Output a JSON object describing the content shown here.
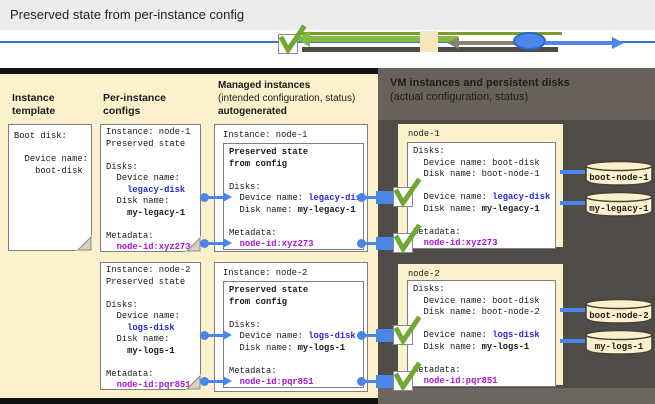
{
  "title_bar": {
    "title": "Preserved state from per-instance config"
  },
  "colors": {
    "panel_cream": "#fcf1cd",
    "panel_dark": "#4f4b47",
    "panel_dark_header": "#67615a",
    "value_blue": "#2929d4",
    "value_magenta": "#a816d6",
    "connector_blue": "#4a86e8",
    "check_green": "#6fa832",
    "legend_square": "#f6e6bc",
    "legend_oval": "#4d86ea",
    "legend_green_line": "#86b940",
    "legend_gray_line": "#8a8177"
  },
  "columns": {
    "template_l1": "Instance",
    "template_l2": "template",
    "configs_l1": "Per-instance",
    "configs_l2": "configs",
    "managed_l1": "Managed instances",
    "managed_l2": "(intended configuration, status)",
    "managed_l3": "autogenerated",
    "vm_l1": "VM instances and persistent disks",
    "vm_l2": "(actual configuration, status)"
  },
  "template_note": {
    "lines": [
      [
        {
          "t": "Boot disk:"
        }
      ],
      [],
      [
        {
          "t": "  Device name:"
        }
      ],
      [
        {
          "t": "    boot-disk"
        }
      ]
    ]
  },
  "config_notes": [
    {
      "lines": [
        [
          {
            "t": "Instance: node-1"
          }
        ],
        [
          {
            "t": "Preserved state"
          }
        ],
        [],
        [
          {
            "t": "Disks:"
          }
        ],
        [
          {
            "t": "  Device name:"
          }
        ],
        [
          {
            "t": "    "
          },
          {
            "t": "legacy-disk",
            "c": "blue"
          }
        ],
        [
          {
            "t": "  Disk name:"
          }
        ],
        [
          {
            "t": "    "
          },
          {
            "t": "my-legacy-1",
            "c": "bold"
          }
        ],
        [],
        [
          {
            "t": "Metadata:"
          }
        ],
        [
          {
            "t": "  "
          },
          {
            "t": "node-id:xyz273",
            "c": "magenta"
          }
        ]
      ]
    },
    {
      "lines": [
        [
          {
            "t": "Instance: node-2"
          }
        ],
        [
          {
            "t": "Preserved state"
          }
        ],
        [],
        [
          {
            "t": "Disks:"
          }
        ],
        [
          {
            "t": "  Device name:"
          }
        ],
        [
          {
            "t": "    "
          },
          {
            "t": "logs-disk",
            "c": "blue"
          }
        ],
        [
          {
            "t": "  Disk name:"
          }
        ],
        [
          {
            "t": "    "
          },
          {
            "t": "my-logs-1",
            "c": "bold"
          }
        ],
        [],
        [
          {
            "t": "Metadata:"
          }
        ],
        [
          {
            "t": "  "
          },
          {
            "t": "node-id:pqr851",
            "c": "magenta"
          }
        ]
      ]
    }
  ],
  "managed_boxes": [
    {
      "title": "Instance: node-1",
      "lines": [
        [
          {
            "t": "Preserved state",
            "c": "bold"
          }
        ],
        [
          {
            "t": "from config",
            "c": "bold"
          }
        ],
        [],
        [
          {
            "t": "Disks:"
          }
        ],
        [
          {
            "t": "  Device name: "
          },
          {
            "t": "legacy-disk",
            "c": "blue"
          }
        ],
        [
          {
            "t": "  Disk name: "
          },
          {
            "t": "my-legacy-1",
            "c": "bold"
          }
        ],
        [],
        [
          {
            "t": "Metadata:"
          }
        ],
        [
          {
            "t": "  "
          },
          {
            "t": "node-id:xyz273",
            "c": "magenta"
          }
        ]
      ]
    },
    {
      "title": "Instance: node-2",
      "lines": [
        [
          {
            "t": "Preserved state",
            "c": "bold"
          }
        ],
        [
          {
            "t": "from config",
            "c": "bold"
          }
        ],
        [],
        [
          {
            "t": "Disks:"
          }
        ],
        [
          {
            "t": "  Device name: "
          },
          {
            "t": "logs-disk",
            "c": "blue"
          }
        ],
        [
          {
            "t": "  Disk name: "
          },
          {
            "t": "my-logs-1",
            "c": "bold"
          }
        ],
        [],
        [
          {
            "t": "Metadata:"
          }
        ],
        [
          {
            "t": "  "
          },
          {
            "t": "node-id:pqr851",
            "c": "magenta"
          }
        ]
      ]
    }
  ],
  "node_boxes": [
    {
      "title": "node-1",
      "lines": [
        [
          {
            "t": "Disks:"
          }
        ],
        [
          {
            "t": "  Device name: boot-disk"
          }
        ],
        [
          {
            "t": "  Disk name: boot-node-1"
          }
        ],
        [],
        [
          {
            "t": "  Device name: "
          },
          {
            "t": "legacy-disk",
            "c": "blue"
          }
        ],
        [
          {
            "t": "  Disk name: "
          },
          {
            "t": "my-legacy-1",
            "c": "bold"
          }
        ],
        [],
        [
          {
            "t": "Metadata:"
          }
        ],
        [
          {
            "t": "  "
          },
          {
            "t": "node-id:xyz273",
            "c": "magenta"
          }
        ]
      ]
    },
    {
      "title": "node-2",
      "lines": [
        [
          {
            "t": "Disks:"
          }
        ],
        [
          {
            "t": "  Device name: boot-disk"
          }
        ],
        [
          {
            "t": "  Disk name: boot-node-2"
          }
        ],
        [],
        [
          {
            "t": "  Device name: "
          },
          {
            "t": "logs-disk",
            "c": "blue"
          }
        ],
        [
          {
            "t": "  Disk name: "
          },
          {
            "t": "my-logs-1",
            "c": "bold"
          }
        ],
        [],
        [
          {
            "t": "Metadata:"
          }
        ],
        [
          {
            "t": "  "
          },
          {
            "t": "node-id:pqr851",
            "c": "magenta"
          }
        ]
      ]
    }
  ],
  "disks": [
    {
      "label": "boot-node-1"
    },
    {
      "label": "my-legacy-1"
    },
    {
      "label": "boot-node-2"
    },
    {
      "label": "my-logs-1"
    }
  ]
}
